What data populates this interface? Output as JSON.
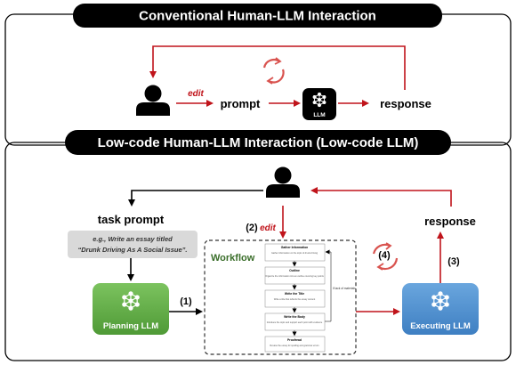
{
  "top": {
    "banner": "Conventional Human-LLM Interaction",
    "edit": "edit",
    "prompt": "prompt",
    "llm": "LLM",
    "response": "response"
  },
  "bottom": {
    "banner": "Low-code Human-LLM Interaction (Low-code LLM)",
    "task_prompt": "task prompt",
    "example_line1": "e.g., Write an essay titled",
    "example_line2": "“Drunk Driving As A Social Issue”.",
    "planning_llm": "Planning LLM",
    "executing_llm": "Executing LLM",
    "step1": "(1)",
    "step2": "(2)",
    "step2_edit": "edit",
    "step3": "(3)",
    "step4": "(4)",
    "response": "response",
    "workflow_title": "Workflow",
    "workflow_steps": [
      {
        "title": "Gather Information",
        "desc": "Gather information on the topic of drunk driving"
      },
      {
        "title": "Outline",
        "desc": "Organize the information into an outline covering key points"
      },
      {
        "title": "Write the Title",
        "desc": "Write a title that reflects the essay content"
      },
      {
        "title": "Write the Body",
        "desc": "Introduce the topic and support each point with evidence"
      },
      {
        "title": "Proofread",
        "desc": "Review the essay for spelling and grammar errors"
      }
    ],
    "workflow_loop_label": "If lack of materials"
  },
  "colors": {
    "accent_red": "#c0141b",
    "planning_green": "#63b04a",
    "executing_blue": "#4f90d0",
    "banner_black": "#000000"
  }
}
